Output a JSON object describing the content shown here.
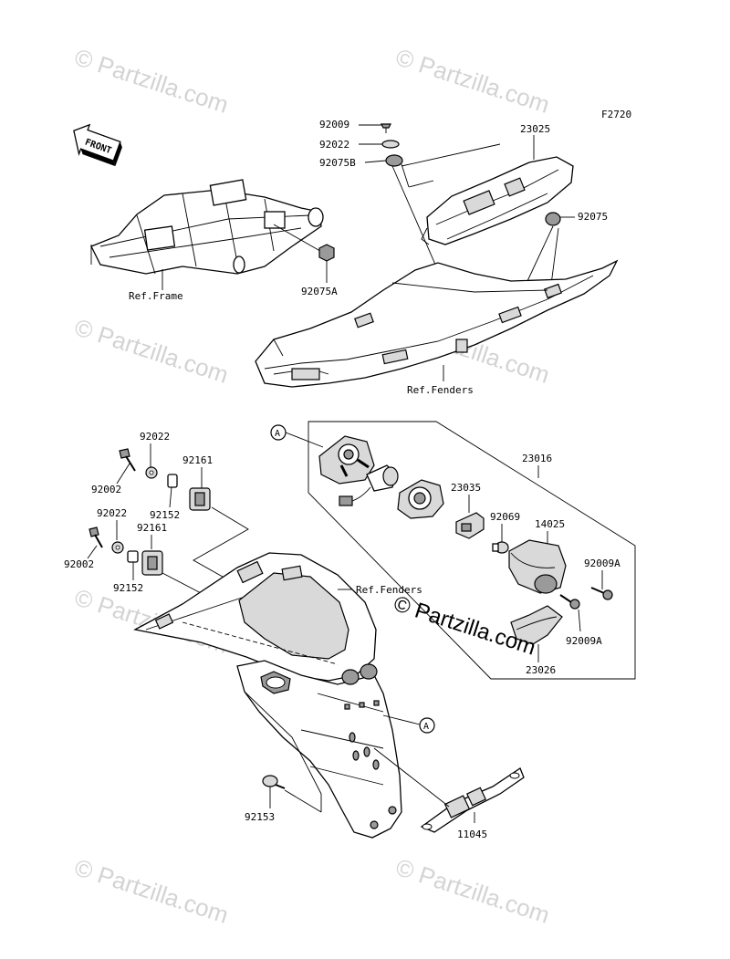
{
  "figure_code": "F2720",
  "front_label": "FRONT",
  "references": {
    "frame": "Ref.Frame",
    "fenders_upper": "Ref.Fenders",
    "fenders_lower": "Ref.Fenders"
  },
  "callout_letter": "A",
  "parts_upper": {
    "p92009": "92009",
    "p92022": "92022",
    "p92075B": "92075B",
    "p23025": "23025",
    "p92075": "92075",
    "p92075A": "92075A"
  },
  "parts_lower": {
    "p92022_a": "92022",
    "p92002_a": "92002",
    "p92161_a": "92161",
    "p92152_a": "92152",
    "p92022_b": "92022",
    "p92161_b": "92161",
    "p92002_b": "92002",
    "p92152_b": "92152",
    "p23016": "23016",
    "p23035": "23035",
    "p92069": "92069",
    "p14025": "14025",
    "p92009A_a": "92009A",
    "p92009A_b": "92009A",
    "p23026": "23026",
    "p92153": "92153",
    "p11045": "11045"
  },
  "watermark": {
    "text": "Partzilla.com",
    "symbol": "©"
  },
  "colors": {
    "line": "#000000",
    "background": "#ffffff",
    "watermark": "#cfcfcf"
  }
}
